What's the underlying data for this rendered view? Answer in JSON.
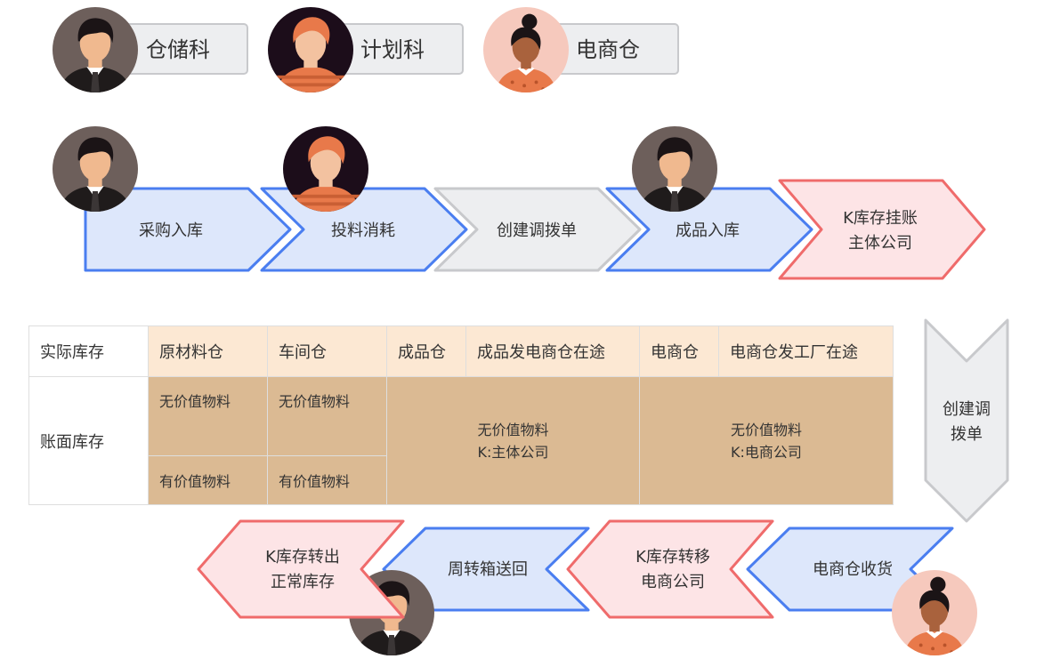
{
  "colors": {
    "blue_fill": "#dde7fb",
    "blue_stroke": "#4a7ef0",
    "gray_fill": "#edeef0",
    "gray_stroke": "#c8c9cc",
    "red_fill": "#fde4e6",
    "red_stroke": "#ef6b6b",
    "warehouse_header": "#fce8d3",
    "book_stock_cell": "#dbba93",
    "text": "#333333"
  },
  "legend": [
    {
      "label": "仓储科",
      "avatar": "man-tie-avatar-icon"
    },
    {
      "label": "计划科",
      "avatar": "man-orange-hair-avatar-icon"
    },
    {
      "label": "电商仓",
      "avatar": "woman-bun-avatar-icon"
    }
  ],
  "flow_top": [
    {
      "label": "采购入库",
      "style": "blue",
      "avatar": "man-tie-avatar-icon"
    },
    {
      "label": "投料消耗",
      "style": "blue",
      "avatar": "man-orange-hair-avatar-icon"
    },
    {
      "label": "创建调拨单",
      "style": "gray"
    },
    {
      "label": "成品入库",
      "style": "blue",
      "avatar": "man-tie-avatar-icon"
    },
    {
      "label_lines": [
        "K库存挂账",
        "主体公司"
      ],
      "style": "red"
    }
  ],
  "connector": {
    "label_lines": [
      "创建调",
      "拨单"
    ],
    "style": "gray"
  },
  "flow_bottom": [
    {
      "label": "电商仓收货",
      "style": "blue",
      "avatar": "woman-bun-avatar-icon"
    },
    {
      "label_lines": [
        "K库存转移",
        "电商公司"
      ],
      "style": "red"
    },
    {
      "label": "周转箱送回",
      "style": "blue",
      "avatar": "man-tie-avatar-icon"
    },
    {
      "label_lines": [
        "K库存转出",
        "正常库存"
      ],
      "style": "red"
    }
  ],
  "table": {
    "actual_label": "实际库存",
    "book_label": "账面库存",
    "warehouses": [
      "原材料仓",
      "车间仓",
      "成品仓",
      "成品发电商仓在途",
      "电商仓",
      "电商仓发工厂在途"
    ],
    "raw": {
      "no_value": "无价值物料",
      "valued": "有价值物料"
    },
    "workshop": {
      "no_value": "无价值物料",
      "valued": "有价值物料"
    },
    "finished_group": [
      "无价值物料",
      "K:主体公司"
    ],
    "ecommerce_group": [
      "无价值物料",
      "K:电商公司"
    ]
  }
}
